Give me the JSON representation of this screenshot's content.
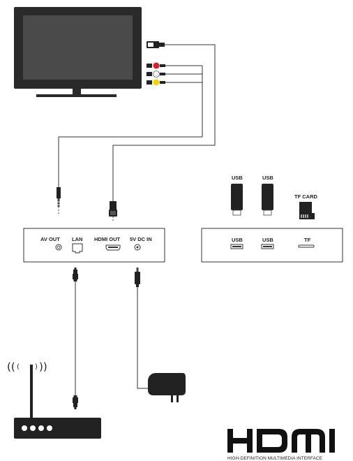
{
  "player": {
    "ports": {
      "av_out": "AV OUT",
      "lan": "LAN",
      "hdmi_out": "HDMI OUT",
      "dc_in": "5V DC IN"
    }
  },
  "side_panel": {
    "usb_label_1": "USB",
    "usb_label_2": "USB",
    "tf_label": "TF",
    "drive_label_1": "USB",
    "drive_label_2": "USB",
    "tf_card_label": "TF CARD"
  },
  "logo": {
    "mark": "HDMI",
    "tagline": "HIGH-DEFINITION MULTIMEDIA INTERFACE"
  },
  "colors": {
    "rca_red": "#d81e2a",
    "rca_white": "#f2f2f2",
    "rca_yellow": "#f5d500",
    "tv_bezel": "#2a2a2a",
    "tv_screen": "#4a4a4a"
  }
}
